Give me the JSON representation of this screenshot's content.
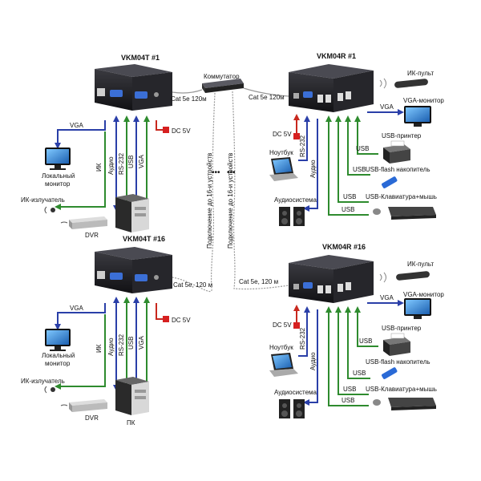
{
  "units": {
    "tx1": {
      "title": "VKM04T  #1",
      "cable": "Cat 5e 120м"
    },
    "tx16": {
      "title": "VKM04T  #16",
      "cable": "Cat 5e, 120 м"
    },
    "rx1": {
      "title": "VKM04R  #1",
      "cable": "Cat 5e 120м"
    },
    "rx16": {
      "title": "VKM04R  #16",
      "cable": "Cat 5e, 120 м"
    }
  },
  "switch": {
    "label": "Коммутатор"
  },
  "chain": {
    "left": "Подключение до 16-и устройств",
    "right": "Подключение до 16-и устройств"
  },
  "signals": {
    "vga": "VGA",
    "ik": "ИК",
    "audio": "Аудио",
    "rs232": "RS-232",
    "usb": "USB",
    "dc": "DC 5V"
  },
  "devices": {
    "local_monitor": "Локальный\nмонитор",
    "ir_emitter": "ИК-излучатель",
    "dvr": "DVR",
    "pc": "ПК",
    "ir_remote": "ИК-пульт",
    "vga_monitor": "VGA-монитор",
    "usb_printer": "USB-принтер",
    "usb_flash": "USB-flash накопитель",
    "laptop": "Ноутбук",
    "speakers": "Аудиосистема",
    "usb_kbd": "USB-Клавиатура+мышь"
  },
  "colors": {
    "vga": "#2a3fa8",
    "ik": "#c8281e",
    "audio": "#2e8b2e",
    "rs232": "#2a3fa8",
    "usb": "#2e8b2e",
    "dc": "#d62020",
    "box": "#1e1e22"
  }
}
